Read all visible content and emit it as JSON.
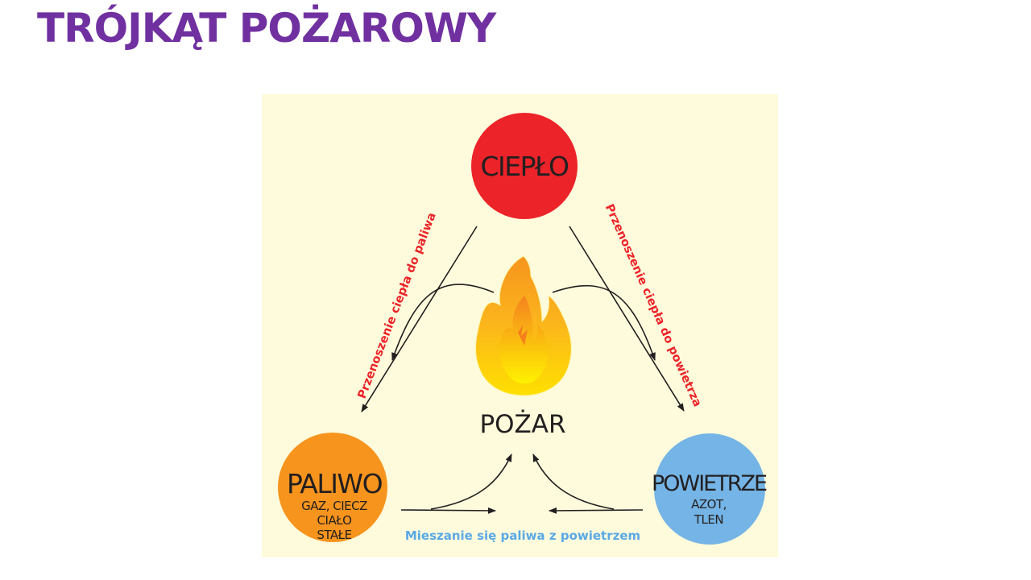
{
  "slide": {
    "title": "TRÓJKĄT POŻAROWY"
  },
  "diagram": {
    "nodes": {
      "heat": {
        "label": "CIEPŁO",
        "color": "#ec2329"
      },
      "fuel": {
        "label": "PALIWO",
        "sub": [
          "GAZ, CIECZ",
          "CIAŁO",
          "STAŁE"
        ],
        "color": "#f7941d"
      },
      "air": {
        "label": "POWIETRZE",
        "sub": [
          "AZOT,",
          "TLEN"
        ],
        "color": "#74b4e6"
      }
    },
    "center": {
      "label": "POŻAR"
    },
    "edges": {
      "heat_to_fuel": "Przenoszenie ciepła do paliwa",
      "heat_to_air": "Przenoszenie ciepła do powietrza",
      "mixing": "Mieszanie się paliwa z powietrzem"
    },
    "colors": {
      "edge_label_red": "#ec2329",
      "edge_label_blue": "#5aa9e6",
      "text_dark": "#231f20",
      "background": "#fdfbdc"
    }
  }
}
